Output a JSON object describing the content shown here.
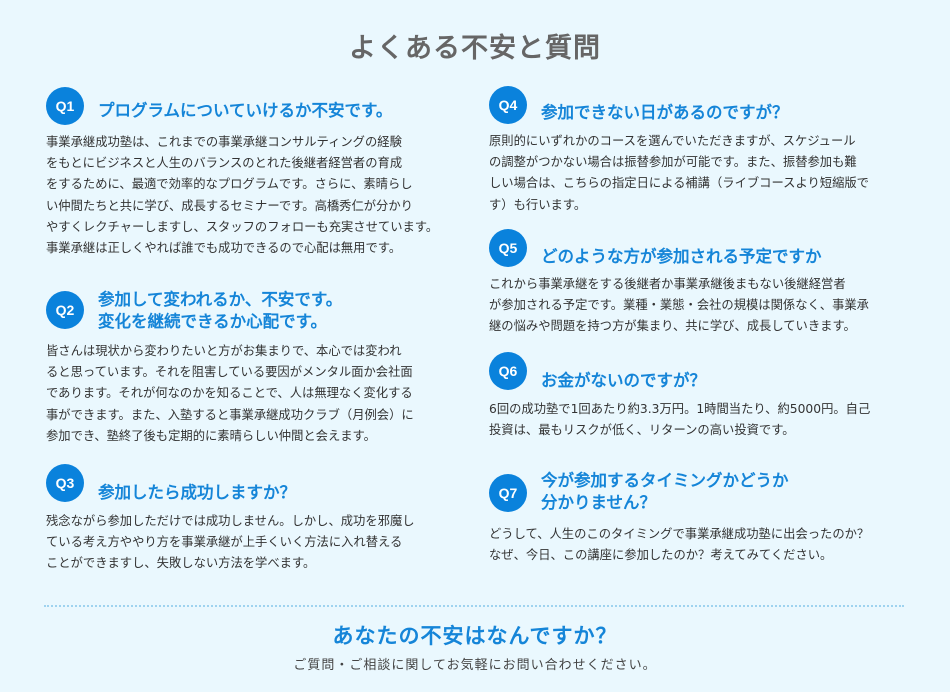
{
  "page": {
    "title": "よくある不安と質問"
  },
  "colors": {
    "background": "#eaf8fe",
    "accent": "#0a82dc",
    "question_text": "#1585d8",
    "heading_text": "#666666",
    "body_text": "#333333",
    "divider": "#9fd3ef"
  },
  "faq": [
    {
      "badge": "Q1",
      "question": "プログラムについていけるか不安です。",
      "answer": "事業承継成功塾は、これまでの事業承継コンサルティングの経験\nをもとにビジネスと人生のバランスのとれた後継者経営者の育成\nをするために、最適で効率的なプログラムです。さらに、素晴らし\nい仲間たちと共に学び、成長するセミナーです。高橋秀仁が分かり\nやすくレクチャーしますし、スタッフのフォローも充実させています。\n事業承継は正しくやれば誰でも成功できるので心配は無用です。"
    },
    {
      "badge": "Q2",
      "question": "参加して変われるか、不安です。\n変化を継続できるか心配です。",
      "answer": "皆さんは現状から変わりたいと方がお集まりで、本心では変われ\nると思っています。それを阻害している要因がメンタル面か会社面\nであります。それが何なのかを知ることで、人は無理なく変化する\n事ができます。また、入塾すると事業承継成功クラブ（月例会）に\n参加でき、塾終了後も定期的に素晴らしい仲間と会えます。"
    },
    {
      "badge": "Q3",
      "question": "参加したら成功しますか？",
      "answer": "残念ながら参加しただけでは成功しません。しかし、成功を邪魔し\nている考え方ややり方を事業承継が上手くいく方法に入れ替える\nことができますし、失敗しない方法を学べます。"
    },
    {
      "badge": "Q4",
      "question": "参加できない日があるのですが？",
      "answer": "原則的にいずれかのコースを選んでいただきますが、スケジュール\nの調整がつかない場合は振替参加が可能です。また、振替参加も難\nしい場合は、こちらの指定日による補講（ライブコースより短縮版で\nす）も行います。"
    },
    {
      "badge": "Q5",
      "question": "どのような方が参加される予定ですか",
      "answer": "これから事業承継をする後継者か事業承継後まもない後継経営者\nが参加される予定です。業種・業態・会社の規模は関係なく、事業承\n継の悩みや問題を持つ方が集まり、共に学び、成長していきます。"
    },
    {
      "badge": "Q6",
      "question": "お金がないのですが？",
      "answer": "6回の成功塾で1回あたり約3.3万円。1時間当たり、約5000円。自己\n投資は、最もリスクが低く、リターンの高い投資です。"
    },
    {
      "badge": "Q7",
      "question": "今が参加するタイミングかどうか\n分かりません？",
      "answer": "どうして、人生のこのタイミングで事業承継成功塾に出会ったのか？\nなぜ、今日、この講座に参加したのか？考えてみてください。"
    }
  ],
  "cta": {
    "title": "あなたの不安はなんですか？",
    "subtitle": "ご質問・ご相談に関してお気軽にお問い合わせください。"
  }
}
